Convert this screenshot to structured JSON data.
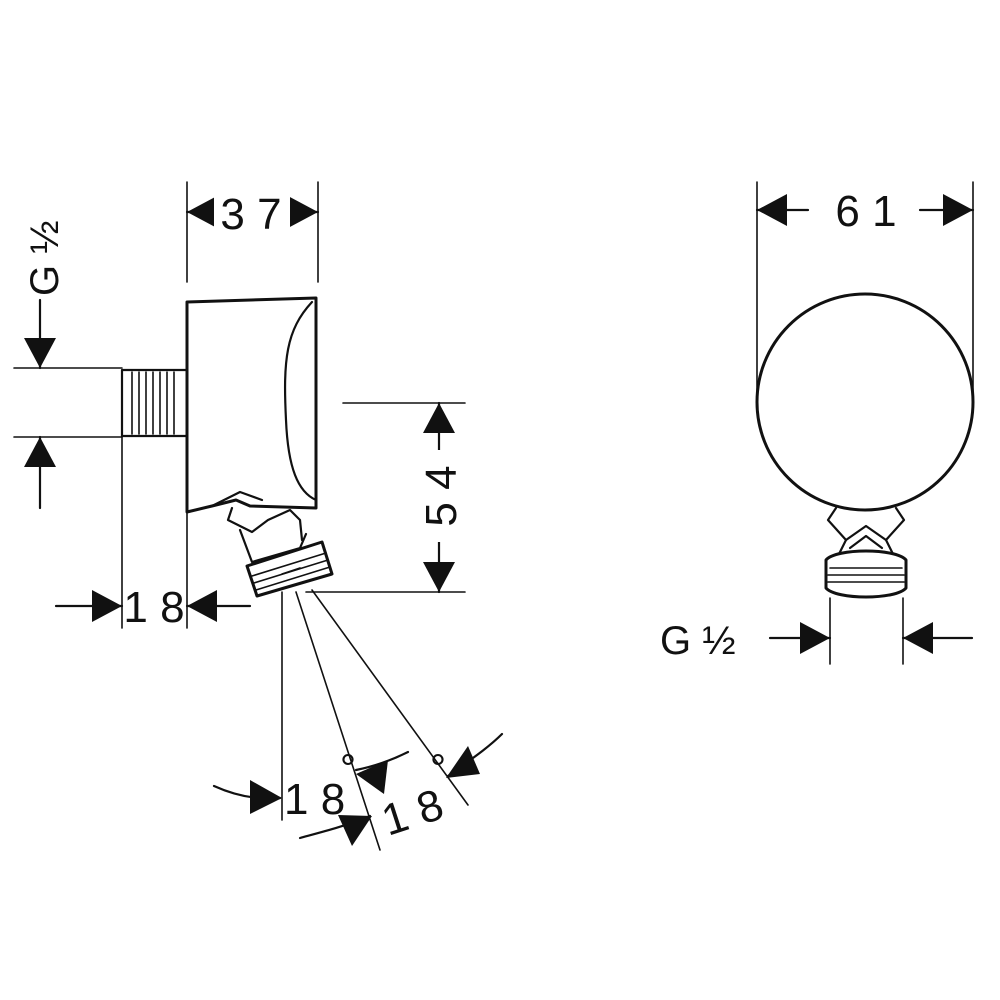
{
  "side_view": {
    "width_dim": "3 7",
    "height_dim": "5 4",
    "offset_dim": "1 8",
    "thread_label": "G ½",
    "angle_dim_1": "1 8",
    "angle_dim_2": "1 8",
    "degree_symbol": "°"
  },
  "front_view": {
    "width_dim": "6 1",
    "thread_label": "G ½"
  }
}
